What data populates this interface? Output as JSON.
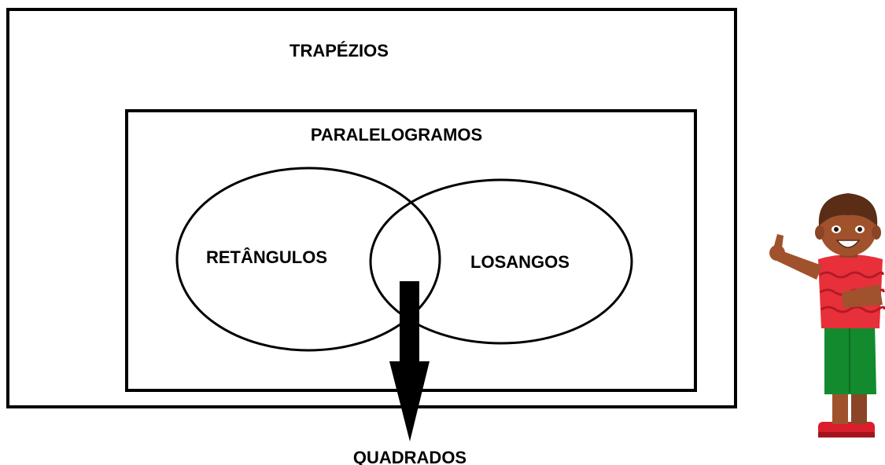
{
  "labels": {
    "outer": "TRAPÉZIOS",
    "inner": "PARALELOGRAMOS",
    "left_set": "RETÂNGULOS",
    "right_set": "LOSANGOS",
    "intersection": "QUADRADOS"
  },
  "colors": {
    "stroke": "#000000",
    "background": "#ffffff",
    "skin": "#a0522d",
    "hair": "#5a2d16",
    "shirt": "#e8303a",
    "shirt_stripe": "#b31b25",
    "shorts": "#138a2e",
    "shoes": "#d81f2b"
  },
  "illustration": {
    "character": "child-pointing-icon"
  }
}
